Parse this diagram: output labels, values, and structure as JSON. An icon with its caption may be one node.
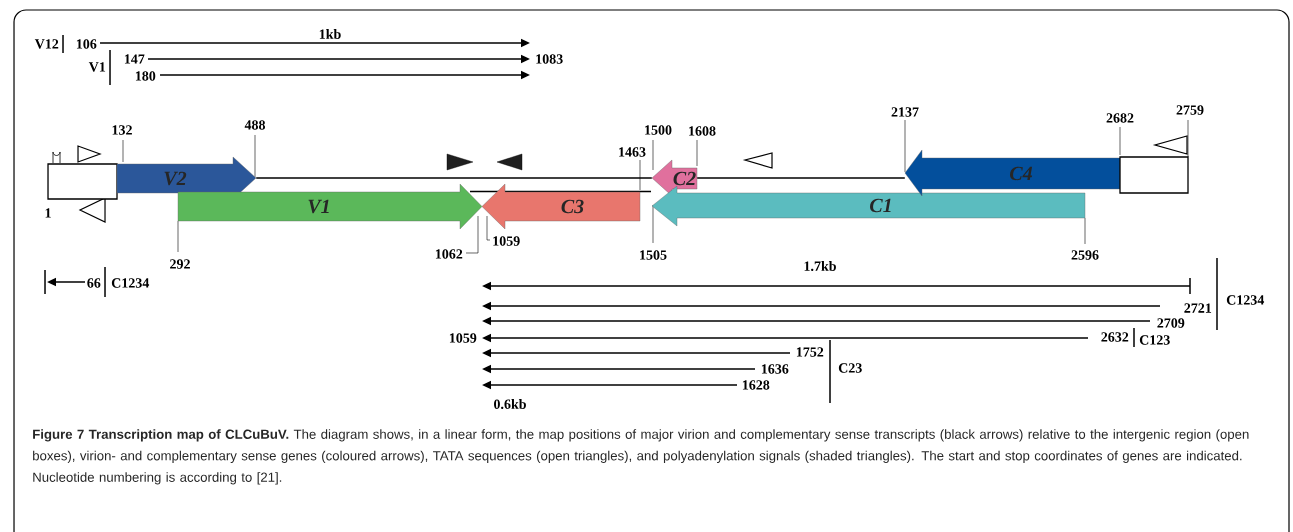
{
  "diagram": {
    "caption": "**Figure 7 Transcription map of CLCuBuV.** The diagram shows, in a linear form, the map positions of major virion and complementary sense transcripts (black arrows) relative to the intergenic region (open boxes), virion- and complementary sense genes (coloured arrows), TATA sequences (open triangles), and polyadenylation signals (shaded triangles). The start and stop coordinates of genes are indicated. Nucleotide numbering is according to [21].",
    "nodes": [
      {
        "text": [],
        "shape": "box",
        "beside": [
          "1"
        ]
      },
      {
        "text": [
          "V2"
        ],
        "beside": [
          "132",
          "488"
        ]
      },
      {
        "text": [
          "V1"
        ],
        "beside": [
          "292",
          "1062"
        ]
      },
      {
        "text": [
          "C3"
        ],
        "beside": [
          "1059"
        ]
      },
      {
        "text": [
          "C2"
        ],
        "beside": [
          "1500",
          "1608"
        ]
      },
      {
        "text": [
          "C1"
        ],
        "beside": [
          "1505",
          "2596"
        ]
      },
      {
        "text": [
          "C4"
        ],
        "beside": [
          "2137"
        ]
      },
      {
        "text": [],
        "shape": "box",
        "beside": [
          "2682",
          "2759"
        ]
      }
    ],
    "edges": [
      {
        "from": 1,
        "to": 4,
        "arrow": "none"
      },
      {
        "from": 4,
        "to": 6,
        "arrow": "none"
      }
    ],
    "labels": [
      "V12",
      "106",
      "1kb",
      "V1",
      "147",
      "1083",
      "180",
      "1463",
      "66",
      "C1234",
      "1.7kb",
      "2721",
      "C1234",
      "2709",
      "1059",
      "2632",
      "C123",
      "1752",
      "1636",
      "C23",
      "1628",
      "0.6kb"
    ]
  }
}
